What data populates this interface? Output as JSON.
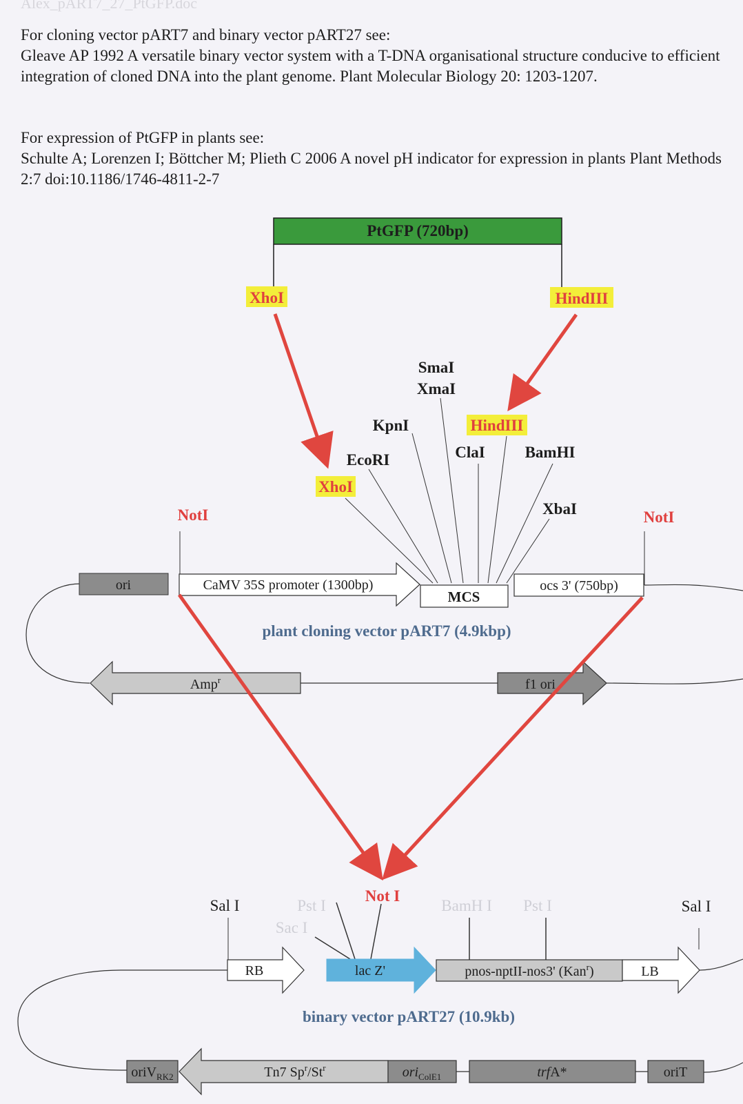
{
  "header_filename": "Alex_pART7_27_PtGFP.doc",
  "references": {
    "cloning_intro": "For cloning vector pART7 and binary vector pART27  see:",
    "cloning_citation": "Gleave AP   1992   A versatile binary vector system with a T-DNA organisational structure conducive to efficient integration of cloned DNA into the plant genome.   Plant Molecular Biology  20:  1203-1207.",
    "expression_intro": "For expression of PtGFP in plants see:",
    "expression_citation": "Schulte A; Lorenzen I; Böttcher M; Plieth C   2006   A novel pH indicator for expression in plants   Plant Methods 2:7 doi:10.1186/1746-4811-2-7"
  },
  "insert": {
    "label": "PtGFP (720bp)",
    "left_site": "XhoI",
    "right_site": "HindIII",
    "color": "#3a9a3c"
  },
  "pART7": {
    "title": "plant cloning vector pART7 (4.9kbp)",
    "mcs_sites": [
      "SmaI",
      "XmaI",
      "KpnI",
      "HindIII",
      "EcoRI",
      "ClaI",
      "BamHI",
      "XhoI",
      "XbaI"
    ],
    "not_left": "NotI",
    "not_right": "NotI",
    "ori": "ori",
    "promoter": "CaMV 35S promoter (1300bp)",
    "mcs": "MCS",
    "terminator": "ocs 3'  (750bp)",
    "amp": "Amp",
    "amp_sup": "r",
    "f1": "f1 ori"
  },
  "pART27": {
    "title": "binary vector pART27 (10.9kb)",
    "sal_left": "Sal I",
    "sal_right": "Sal I",
    "pst1": "Pst I",
    "sac1": "Sac I",
    "not1": "Not I",
    "bamh1": "BamH I",
    "pst2": "Pst I",
    "rb": "RB",
    "lacz": "lac Z'",
    "kan_cassette_pre": "pnos-nptII-nos3' (Kan",
    "kan_sup": "r",
    "kan_cassette_post": ")",
    "lb": "LB",
    "oriv": "oriV",
    "oriv_sub": "RK2",
    "tn7_pre": "Tn7  Sp",
    "tn7_sup1": "r",
    "tn7_mid": "/St",
    "tn7_sup2": "r",
    "colE1": "ori",
    "colE1_sub": "ColE1",
    "trfa": "trf",
    "trfa_post": "A*",
    "orit": "oriT"
  },
  "colors": {
    "arrow_red": "#e0463f",
    "highlight": "#f3ee3a",
    "gray_box": "#8c8c8c",
    "light_gray_box": "#c9c9c9",
    "lacz_blue": "#5fb2dc",
    "vector_title_blue": "#4e6b8e"
  }
}
